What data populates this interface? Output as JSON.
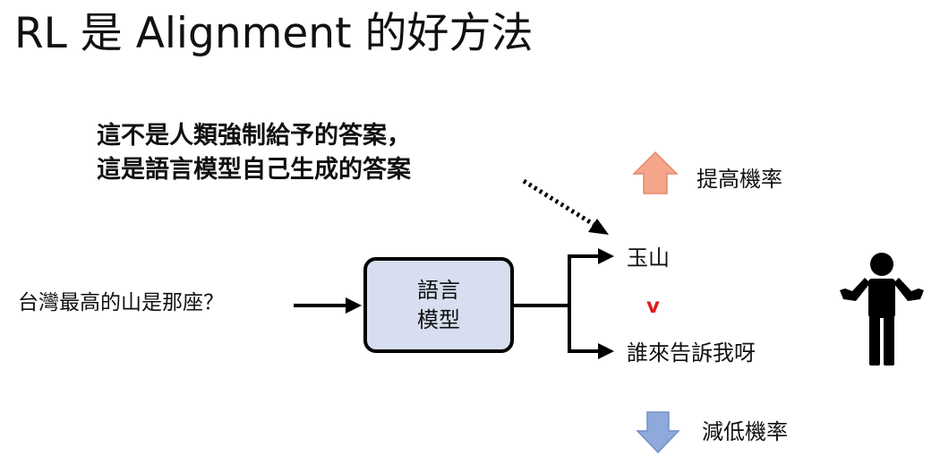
{
  "title": "RL 是 Alignment 的好方法",
  "note": {
    "line1": "這不是人類強制給予的答案，",
    "line2": "這是語言模型自己生成的答案"
  },
  "question": "台灣最高的山是那座？",
  "model": {
    "line1": "語言",
    "line2": "模型"
  },
  "answers": {
    "good": "玉山",
    "comparison": "v",
    "bad": "誰來告訴我呀"
  },
  "probability": {
    "increase": "提高機率",
    "decrease": "減低機率"
  },
  "colors": {
    "box_fill": "#d7def0",
    "up_arrow": "#f4a58a",
    "down_arrow": "#8ea9db",
    "comparison": "#e02020"
  },
  "icons": {
    "person": "shrugging-person-icon",
    "up": "arrow-up-icon",
    "down": "arrow-down-icon"
  }
}
